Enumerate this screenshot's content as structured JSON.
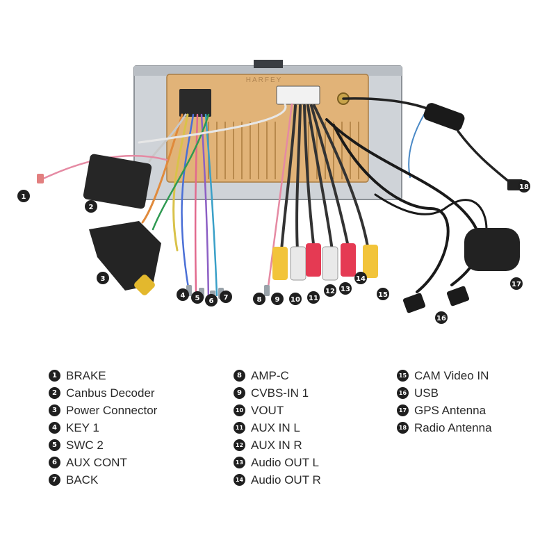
{
  "brand": "HARFEY",
  "legend": {
    "col1": [
      {
        "num": "1",
        "label": "BRAKE"
      },
      {
        "num": "2",
        "label": "Canbus Decoder"
      },
      {
        "num": "3",
        "label": "Power Connector"
      },
      {
        "num": "4",
        "label": "KEY 1"
      },
      {
        "num": "5",
        "label": "SWC 2"
      },
      {
        "num": "6",
        "label": "AUX CONT"
      },
      {
        "num": "7",
        "label": "BACK"
      }
    ],
    "col2": [
      {
        "num": "8",
        "label": "AMP-C"
      },
      {
        "num": "9",
        "label": "CVBS-IN 1"
      },
      {
        "num": "10",
        "label": "VOUT"
      },
      {
        "num": "11",
        "label": "AUX IN L"
      },
      {
        "num": "12",
        "label": "AUX IN R"
      },
      {
        "num": "13",
        "label": "Audio OUT L"
      },
      {
        "num": "14",
        "label": "Audio OUT R"
      }
    ],
    "col3": [
      {
        "num": "15",
        "label": "CAM Video IN"
      },
      {
        "num": "16",
        "label": "USB"
      },
      {
        "num": "17",
        "label": "GPS Antenna"
      },
      {
        "num": "18",
        "label": "Radio Antenna"
      }
    ]
  },
  "callouts": [
    "1",
    "2",
    "3",
    "4",
    "5",
    "6",
    "7",
    "8",
    "9",
    "10",
    "11",
    "12",
    "13",
    "14",
    "15",
    "16",
    "17",
    "18"
  ]
}
